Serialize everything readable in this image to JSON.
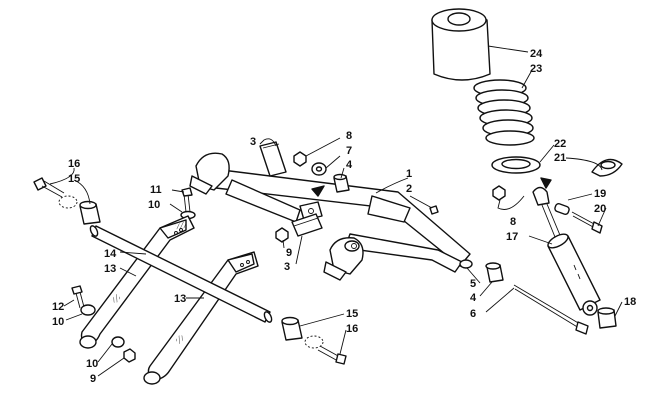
{
  "labels": [
    {
      "id": "1",
      "text": "1"
    },
    {
      "id": "2",
      "text": "2"
    },
    {
      "id": "3a",
      "text": "3"
    },
    {
      "id": "3b",
      "text": "3"
    },
    {
      "id": "4a",
      "text": "4"
    },
    {
      "id": "4b",
      "text": "4"
    },
    {
      "id": "5",
      "text": "5"
    },
    {
      "id": "6",
      "text": "6"
    },
    {
      "id": "7",
      "text": "7"
    },
    {
      "id": "8a",
      "text": "8"
    },
    {
      "id": "8b",
      "text": "8"
    },
    {
      "id": "9a",
      "text": "9"
    },
    {
      "id": "9b",
      "text": "9"
    },
    {
      "id": "10a",
      "text": "10"
    },
    {
      "id": "10b",
      "text": "10"
    },
    {
      "id": "10c",
      "text": "10"
    },
    {
      "id": "11",
      "text": "11"
    },
    {
      "id": "12",
      "text": "12"
    },
    {
      "id": "13a",
      "text": "13"
    },
    {
      "id": "13b",
      "text": "13"
    },
    {
      "id": "14",
      "text": "14"
    },
    {
      "id": "15a",
      "text": "15"
    },
    {
      "id": "15b",
      "text": "15"
    },
    {
      "id": "16a",
      "text": "16"
    },
    {
      "id": "16b",
      "text": "16"
    },
    {
      "id": "17",
      "text": "17"
    },
    {
      "id": "18",
      "text": "18"
    },
    {
      "id": "19",
      "text": "19"
    },
    {
      "id": "20",
      "text": "20"
    },
    {
      "id": "21",
      "text": "21"
    },
    {
      "id": "22",
      "text": "22"
    },
    {
      "id": "23",
      "text": "23"
    },
    {
      "id": "24",
      "text": "24"
    }
  ]
}
